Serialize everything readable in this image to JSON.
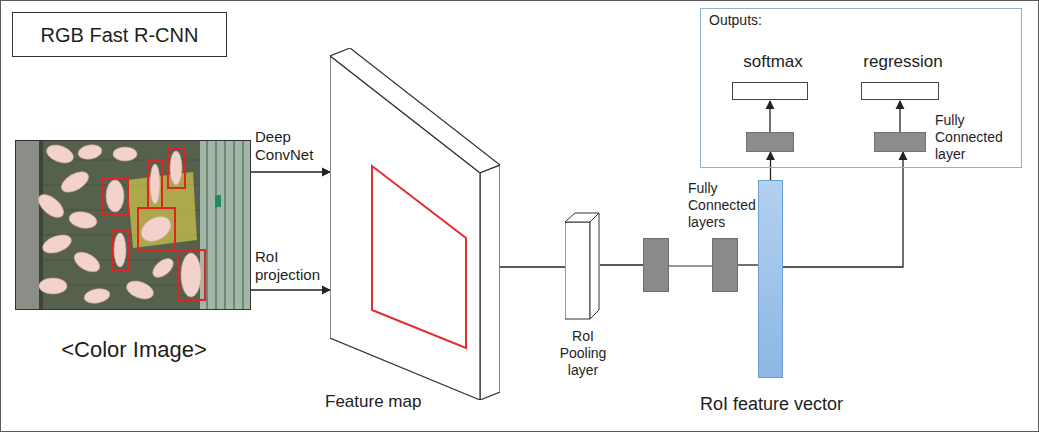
{
  "diagram": {
    "nodes": [
      {
        "text": [
          "RGB Fast R-CNN"
        ]
      },
      {
        "text": [
          "Outputs:"
        ]
      },
      {
        "text": [
          "softmax"
        ],
        "in": 1
      },
      {
        "text": [
          "regression"
        ],
        "in": 1
      },
      {
        "text": [
          "<Color Image>"
        ]
      },
      {
        "text": [
          "Feature map"
        ]
      },
      {
        "text": [
          "RoI Pooling layer"
        ]
      },
      {
        "text": [
          "Fully Connected layers"
        ]
      },
      {
        "text": [
          "RoI feature vector"
        ]
      }
    ],
    "edges": [
      {
        "from": 4,
        "to": 5,
        "label": "Deep ConvNet",
        "arrow": "to"
      },
      {
        "from": 4,
        "to": 5,
        "label": "RoI projection",
        "arrow": "to"
      },
      {
        "from": 5,
        "to": 6,
        "arrow": "none"
      },
      {
        "from": 6,
        "to": 7,
        "arrow": "none"
      },
      {
        "from": 7,
        "to": 8,
        "arrow": "none"
      },
      {
        "from": 8,
        "to": 2,
        "arrow": "to"
      },
      {
        "from": 8,
        "to": 3,
        "arrow": "to"
      }
    ],
    "labels": [
      "Fully Connected layer"
    ]
  }
}
